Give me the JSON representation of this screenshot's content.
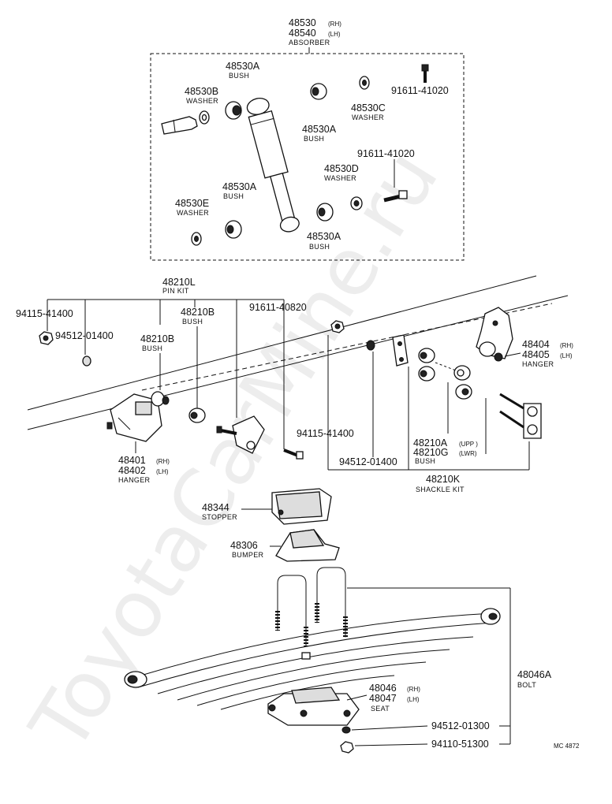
{
  "watermark": "ToyotaCarMine.ru",
  "ref_code": "MC 4872",
  "absorber": {
    "pn1": "48530",
    "pn1_side": "(RH)",
    "pn2": "48540",
    "pn2_side": "(LH)",
    "name": "ABSORBER"
  },
  "bush_48530A": {
    "pn": "48530A",
    "name": "BUSH"
  },
  "washer_48530B": {
    "pn": "48530B",
    "name": "WASHER"
  },
  "bolt_a": {
    "pn": "91611-41020"
  },
  "washer_48530C": {
    "pn": "48530C",
    "name": "WASHER"
  },
  "bush_48530A_2": {
    "pn": "48530A",
    "name": "BUSH"
  },
  "bolt_b": {
    "pn": "91611-41020"
  },
  "washer_48530D": {
    "pn": "48530D",
    "name": "WASHER"
  },
  "bush_48530A_3": {
    "pn": "48530A",
    "name": "BUSH"
  },
  "washer_48530E": {
    "pn": "48530E",
    "name": "WASHER"
  },
  "bush_48530A_4": {
    "pn": "48530A",
    "name": "BUSH"
  },
  "pin_kit": {
    "pn": "48210L",
    "name": "PIN KIT"
  },
  "nut_a": {
    "pn": "94115-41400"
  },
  "washer_a": {
    "pn": "94512-01400"
  },
  "bush_48210B": {
    "pn": "48210B",
    "name": "BUSH"
  },
  "bush_48210B_2": {
    "pn": "48210B",
    "name": "BUSH"
  },
  "bolt_c": {
    "pn": "91611-40820"
  },
  "hanger_front": {
    "pn1": "48401",
    "pn1_side": "(RH)",
    "pn2": "48402",
    "pn2_side": "(LH)",
    "name": "HANGER"
  },
  "hanger_rear": {
    "pn1": "48404",
    "pn1_side": "(RH)",
    "pn2": "48405",
    "pn2_side": "(LH)",
    "name": "HANGER"
  },
  "nut_b": {
    "pn": "94115-41400"
  },
  "washer_b": {
    "pn": "94512-01400"
  },
  "shackle_bush": {
    "pn1": "48210A",
    "pn1_side": "(UPP )",
    "pn2": "48210G",
    "pn2_side": "(LWR)",
    "name": "BUSH"
  },
  "shackle_kit": {
    "pn": "48210K",
    "name": "SHACKLE KIT"
  },
  "stopper": {
    "pn": "48344",
    "name": "STOPPER"
  },
  "bumper": {
    "pn": "48306",
    "name": "BUMPER"
  },
  "ubolt": {
    "pn": "48046A",
    "name": "BOLT"
  },
  "seat": {
    "pn1": "48046",
    "pn1_side": "(RH)",
    "pn2": "48047",
    "pn2_side": "(LH)",
    "name": "SEAT"
  },
  "washer_c": {
    "pn": "94512-01300"
  },
  "nut_c": {
    "pn": "94110-51300"
  }
}
